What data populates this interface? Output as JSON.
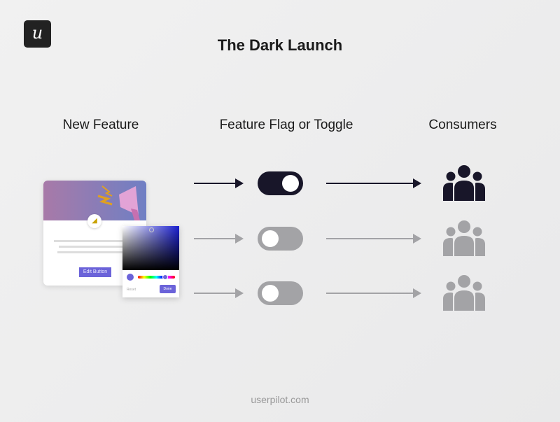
{
  "logo": {
    "letter": "u"
  },
  "title": "The Dark Launch",
  "columns": [
    "New Feature",
    "Feature Flag or Toggle",
    "Consumers"
  ],
  "card": {
    "button_label": "Edit Button",
    "picker_reset": "Reset",
    "picker_done": "Done"
  },
  "rows": [
    {
      "enabled": true
    },
    {
      "enabled": false
    },
    {
      "enabled": false
    }
  ],
  "colors": {
    "on": "#181629",
    "off": "#a3a3a6",
    "accent": "#6b63d9"
  },
  "footer": "userpilot.com"
}
